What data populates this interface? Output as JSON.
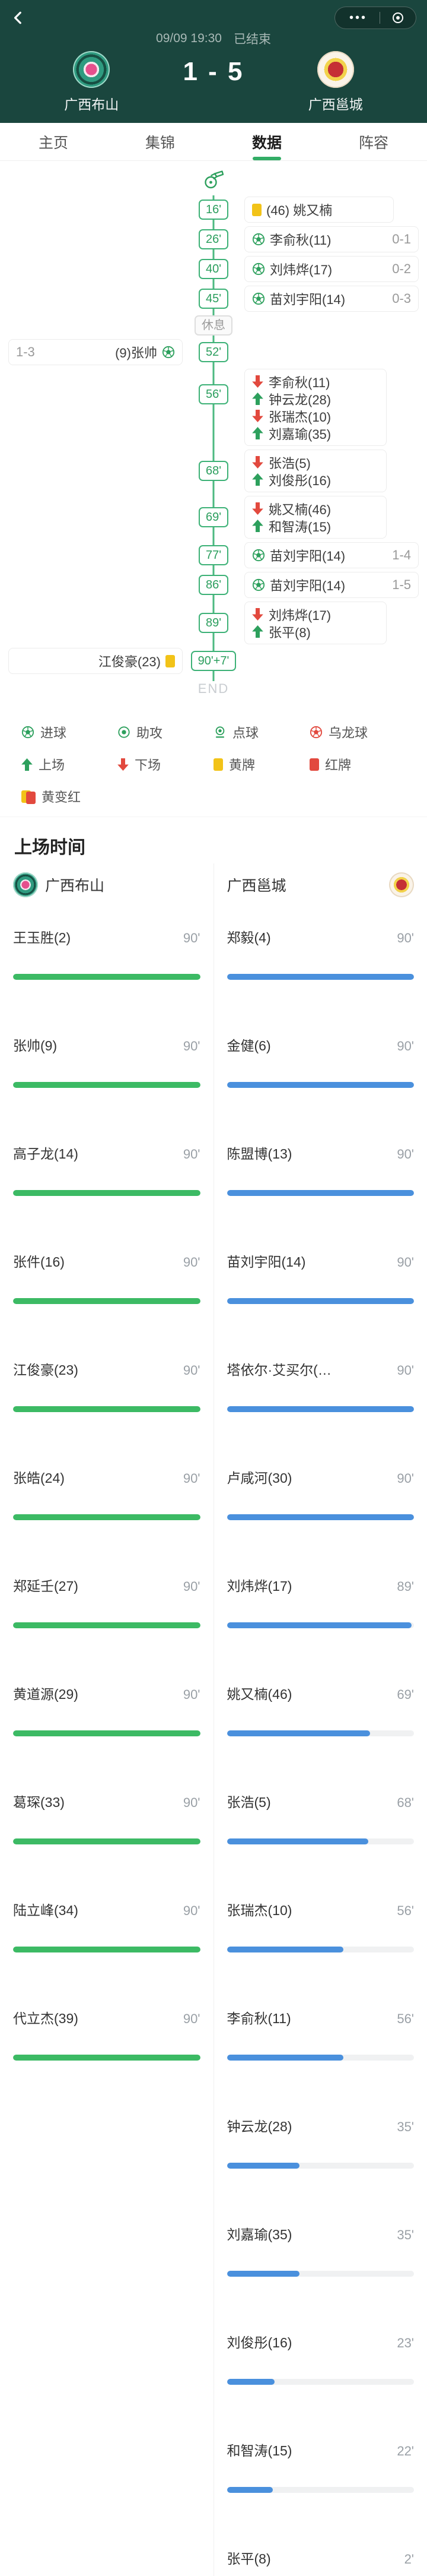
{
  "colors": {
    "header_bg": "#1a463e",
    "accent_green": "#33ad66",
    "home_bar": "#3cba64",
    "away_bar": "#4a90dd",
    "yellow_card": "#f2c318",
    "red_card": "#e2493e"
  },
  "header": {
    "back_icon": "chevron-left",
    "capsule_icons": [
      "more-dots",
      "record-circle"
    ],
    "datetime": "09/09 19:30",
    "status": "已结束",
    "score": "1 - 5",
    "home_name": "广西布山",
    "away_name": "广西邕城"
  },
  "tabs": [
    {
      "label": "主页"
    },
    {
      "label": "集锦"
    },
    {
      "label": "数据",
      "active": true
    },
    {
      "label": "阵容"
    }
  ],
  "timeline": {
    "start_icon": "whistle",
    "break_label": "休息",
    "end_label": "END",
    "events": [
      {
        "time": "16'",
        "side": "away",
        "type": "yellow-card",
        "text": "(46) 姚又楠"
      },
      {
        "time": "26'",
        "side": "away",
        "type": "goal",
        "text": "李俞秋(11)",
        "score": "0-1"
      },
      {
        "time": "40'",
        "side": "away",
        "type": "goal",
        "text": "刘炜烨(17)",
        "score": "0-2"
      },
      {
        "time": "45'",
        "side": "away",
        "type": "goal",
        "text": "苗刘宇阳(14)",
        "score": "0-3"
      },
      {
        "time": "52'",
        "side": "home",
        "type": "goal",
        "text": "(9)张帅",
        "score": "1-3"
      },
      {
        "time": "56'",
        "side": "away",
        "type": "substitution",
        "subs": [
          {
            "dir": "off",
            "text": "李俞秋(11)"
          },
          {
            "dir": "on",
            "text": "钟云龙(28)"
          },
          {
            "dir": "off",
            "text": "张瑞杰(10)"
          },
          {
            "dir": "on",
            "text": "刘嘉瑜(35)"
          }
        ]
      },
      {
        "time": "68'",
        "side": "away",
        "type": "substitution",
        "subs": [
          {
            "dir": "off",
            "text": "张浩(5)"
          },
          {
            "dir": "on",
            "text": "刘俊彤(16)"
          }
        ]
      },
      {
        "time": "69'",
        "side": "away",
        "type": "substitution",
        "subs": [
          {
            "dir": "off",
            "text": "姚又楠(46)"
          },
          {
            "dir": "on",
            "text": "和智涛(15)"
          }
        ]
      },
      {
        "time": "77'",
        "side": "away",
        "type": "goal",
        "text": "苗刘宇阳(14)",
        "score": "1-4"
      },
      {
        "time": "86'",
        "side": "away",
        "type": "goal",
        "text": "苗刘宇阳(14)",
        "score": "1-5"
      },
      {
        "time": "89'",
        "side": "away",
        "type": "substitution",
        "subs": [
          {
            "dir": "off",
            "text": "刘炜烨(17)"
          },
          {
            "dir": "on",
            "text": "张平(8)"
          }
        ]
      },
      {
        "time": "90'+7'",
        "side": "home",
        "type": "yellow-card",
        "text": "江俊豪(23)"
      }
    ]
  },
  "legend": {
    "items": [
      {
        "icon": "goal-ball",
        "label": "进球"
      },
      {
        "icon": "assist",
        "label": "助攻"
      },
      {
        "icon": "penalty",
        "label": "点球"
      },
      {
        "icon": "own-goal",
        "label": "乌龙球"
      },
      {
        "icon": "sub-on-arrow",
        "label": "上场"
      },
      {
        "icon": "sub-off-arrow",
        "label": "下场"
      },
      {
        "icon": "yellow-card",
        "label": "黄牌"
      },
      {
        "icon": "red-card",
        "label": "红牌"
      },
      {
        "icon": "yellow-to-red-card",
        "label": "黄变红"
      }
    ]
  },
  "playtime": {
    "title": "上场时间",
    "home": {
      "team": "广西布山",
      "players": [
        {
          "name": "王玉胜(2)",
          "minutes": 90,
          "time": "90'"
        },
        {
          "name": "张帅(9)",
          "minutes": 90,
          "time": "90'"
        },
        {
          "name": "高子龙(14)",
          "minutes": 90,
          "time": "90'"
        },
        {
          "name": "张件(16)",
          "minutes": 90,
          "time": "90'"
        },
        {
          "name": "江俊豪(23)",
          "minutes": 90,
          "time": "90'"
        },
        {
          "name": "张皓(24)",
          "minutes": 90,
          "time": "90'"
        },
        {
          "name": "郑延壬(27)",
          "minutes": 90,
          "time": "90'"
        },
        {
          "name": "黄道源(29)",
          "minutes": 90,
          "time": "90'"
        },
        {
          "name": "葛琛(33)",
          "minutes": 90,
          "time": "90'"
        },
        {
          "name": "陆立峰(34)",
          "minutes": 90,
          "time": "90'"
        },
        {
          "name": "代立杰(39)",
          "minutes": 90,
          "time": "90'"
        }
      ]
    },
    "away": {
      "team": "广西邕城",
      "players": [
        {
          "name": "郑毅(4)",
          "minutes": 90,
          "time": "90'"
        },
        {
          "name": "金健(6)",
          "minutes": 90,
          "time": "90'"
        },
        {
          "name": "陈盟博(13)",
          "minutes": 90,
          "time": "90'"
        },
        {
          "name": "苗刘宇阳(14)",
          "minutes": 90,
          "time": "90'"
        },
        {
          "name": "塔依尔·艾买尔(…",
          "minutes": 90,
          "time": "90'"
        },
        {
          "name": "卢咸河(30)",
          "minutes": 90,
          "time": "90'"
        },
        {
          "name": "刘炜烨(17)",
          "minutes": 89,
          "time": "89'"
        },
        {
          "name": "姚又楠(46)",
          "minutes": 69,
          "time": "69'"
        },
        {
          "name": "张浩(5)",
          "minutes": 68,
          "time": "68'"
        },
        {
          "name": "张瑞杰(10)",
          "minutes": 56,
          "time": "56'"
        },
        {
          "name": "李俞秋(11)",
          "minutes": 56,
          "time": "56'"
        },
        {
          "name": "钟云龙(28)",
          "minutes": 35,
          "time": "35'"
        },
        {
          "name": "刘嘉瑜(35)",
          "minutes": 35,
          "time": "35'"
        },
        {
          "name": "刘俊彤(16)",
          "minutes": 23,
          "time": "23'"
        },
        {
          "name": "和智涛(15)",
          "minutes": 22,
          "time": "22'"
        },
        {
          "name": "张平(8)",
          "minutes": 2,
          "time": "2'"
        }
      ]
    }
  }
}
